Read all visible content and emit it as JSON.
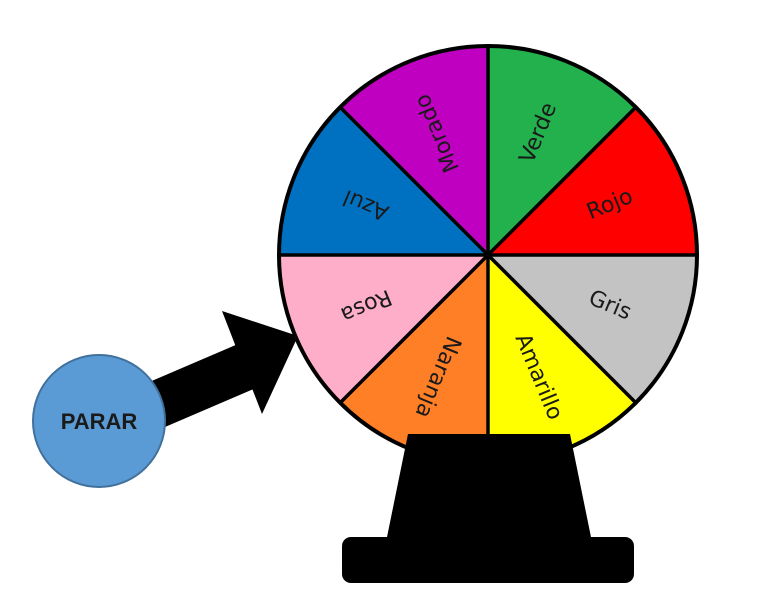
{
  "wheel": {
    "segments": [
      {
        "label": "Verde",
        "color": "#22b14c"
      },
      {
        "label": "Rojo",
        "color": "#ff0000"
      },
      {
        "label": "Gris",
        "color": "#c3c3c3"
      },
      {
        "label": "Amarillo",
        "color": "#ffff00"
      },
      {
        "label": "Naranja",
        "color": "#ff7f27"
      },
      {
        "label": "Rosa",
        "color": "#ffaec9"
      },
      {
        "label": "Azul",
        "color": "#0070c0"
      },
      {
        "label": "Morado",
        "color": "#c000c0"
      }
    ],
    "outline_color": "#000000",
    "stand_color": "#000000"
  },
  "stop_button": {
    "label": "PARAR",
    "color": "#5b9bd5",
    "border_color": "#41719c"
  },
  "pointer": {
    "color": "#000000"
  }
}
